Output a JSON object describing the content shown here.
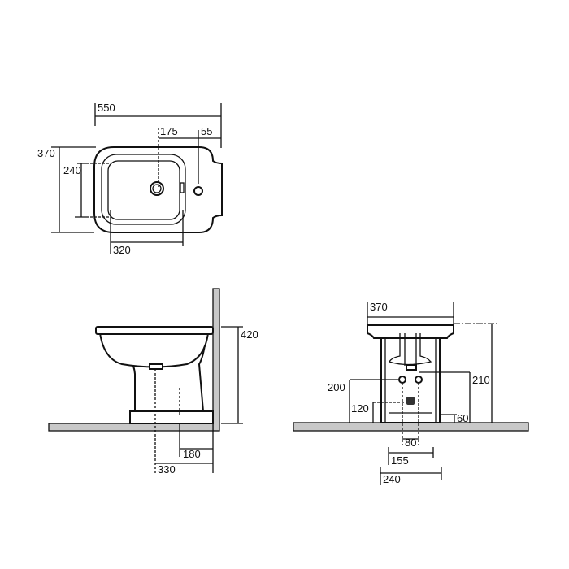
{
  "top_view": {
    "dims": {
      "length": "550",
      "drain_offset": "175",
      "tap_offset": "55",
      "width": "370",
      "bowl_width": "240",
      "bowl_length": "320"
    }
  },
  "side_view": {
    "dims": {
      "height": "420",
      "drain_from_wall": "330",
      "fixing_from_wall": "180"
    }
  },
  "front_view": {
    "dims": {
      "width": "370",
      "inlet_height": "210",
      "supply_height": "200",
      "waste_height": "120",
      "base_height": "60",
      "supply_spacing": "80",
      "fixing_spacing": "155",
      "base_width": "240"
    }
  }
}
